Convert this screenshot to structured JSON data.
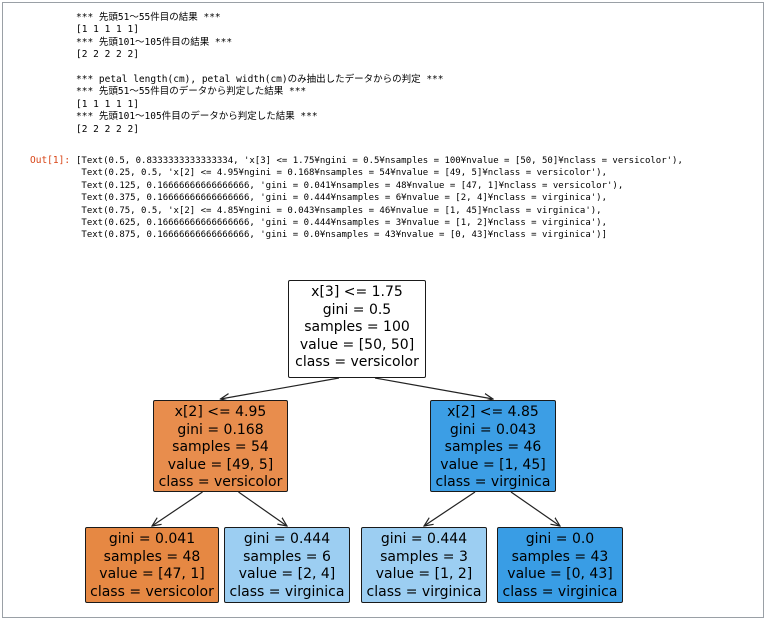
{
  "stdout_lines": [
    "*** 先頭51～55件目の結果 ***",
    "[1 1 1 1 1]",
    "*** 先頭101～105件目の結果 ***",
    "[2 2 2 2 2]",
    "",
    "*** petal length(cm), petal width(cm)のみ抽出したデータからの判定 ***",
    "*** 先頭51～55件目のデータから判定した結果 ***",
    "[1 1 1 1 1]",
    "*** 先頭101～105件目のデータから判定した結果 ***",
    "[2 2 2 2 2]"
  ],
  "out_prompt": "Out[1]:",
  "repr_lines": [
    "[Text(0.5, 0.8333333333333334, 'x[3] <= 1.75¥ngini = 0.5¥nsamples = 100¥nvalue = [50, 50]¥nclass = versicolor'),",
    " Text(0.25, 0.5, 'x[2] <= 4.95¥ngini = 0.168¥nsamples = 54¥nvalue = [49, 5]¥nclass = versicolor'),",
    " Text(0.125, 0.16666666666666666, 'gini = 0.041¥nsamples = 48¥nvalue = [47, 1]¥nclass = versicolor'),",
    " Text(0.375, 0.16666666666666666, 'gini = 0.444¥nsamples = 6¥nvalue = [2, 4]¥nclass = virginica'),",
    " Text(0.75, 0.5, 'x[2] <= 4.85¥ngini = 0.043¥nsamples = 46¥nvalue = [1, 45]¥nclass = virginica'),",
    " Text(0.625, 0.16666666666666666, 'gini = 0.444¥nsamples = 3¥nvalue = [1, 2]¥nclass = virginica'),",
    " Text(0.875, 0.16666666666666666, 'gini = 0.0¥nsamples = 43¥nvalue = [0, 43]¥nclass = virginica')]"
  ],
  "tree": {
    "nodes": [
      {
        "id": "root",
        "lines": [
          "x[3] <= 1.75",
          "gini = 0.5",
          "samples = 100",
          "value = [50, 50]",
          "class = versicolor"
        ],
        "fill": "#ffffff"
      },
      {
        "id": "left",
        "lines": [
          "x[2] <= 4.95",
          "gini = 0.168",
          "samples = 54",
          "value = [49, 5]",
          "class = versicolor"
        ],
        "fill": "#e88d4d"
      },
      {
        "id": "right",
        "lines": [
          "x[2] <= 4.85",
          "gini = 0.043",
          "samples = 46",
          "value = [1, 45]",
          "class = virginica"
        ],
        "fill": "#3c9ee5"
      },
      {
        "id": "ll",
        "lines": [
          "gini = 0.041",
          "samples = 48",
          "value = [47, 1]",
          "class = versicolor"
        ],
        "fill": "#e68843"
      },
      {
        "id": "lr",
        "lines": [
          "gini = 0.444",
          "samples = 6",
          "value = [2, 4]",
          "class = virginica"
        ],
        "fill": "#9ccef2"
      },
      {
        "id": "rl",
        "lines": [
          "gini = 0.444",
          "samples = 3",
          "value = [1, 2]",
          "class = virginica"
        ],
        "fill": "#9ccef2"
      },
      {
        "id": "rr",
        "lines": [
          "gini = 0.0",
          "samples = 43",
          "value = [0, 43]",
          "class = virginica"
        ],
        "fill": "#399de5"
      }
    ],
    "edges": [
      [
        "root",
        "left"
      ],
      [
        "root",
        "right"
      ],
      [
        "left",
        "ll"
      ],
      [
        "left",
        "lr"
      ],
      [
        "right",
        "rl"
      ],
      [
        "right",
        "rr"
      ]
    ]
  }
}
